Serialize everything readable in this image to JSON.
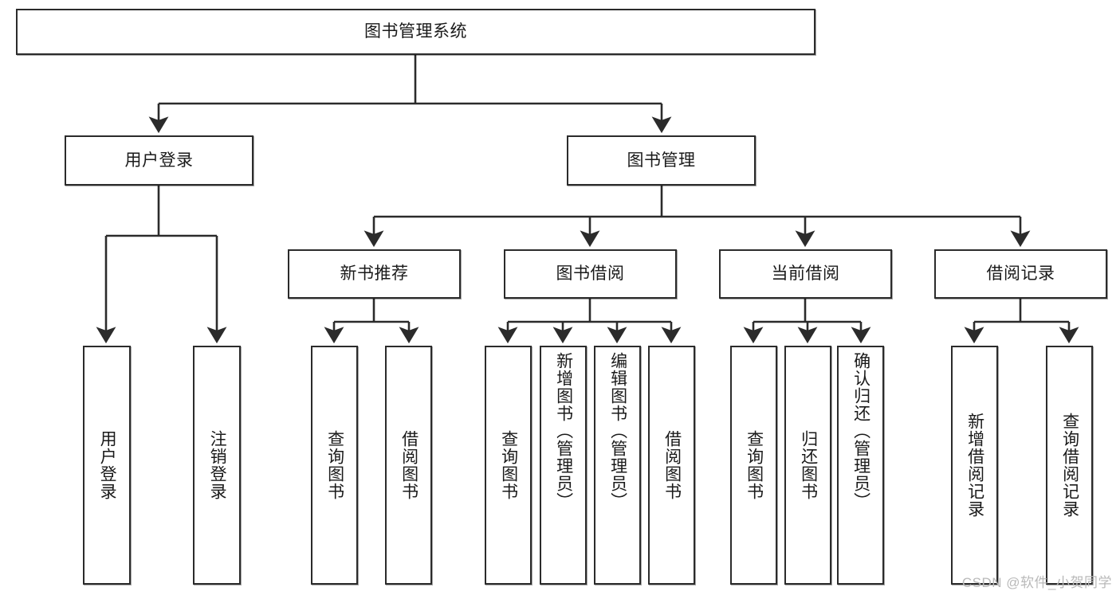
{
  "diagram": {
    "title": "图书管理系统",
    "type": "tree-hierarchy",
    "root": {
      "label": "图书管理系统"
    },
    "level2": [
      {
        "label": "用户登录"
      },
      {
        "label": "图书管理"
      }
    ],
    "level3": [
      {
        "label": "新书推荐"
      },
      {
        "label": "图书借阅"
      },
      {
        "label": "当前借阅"
      },
      {
        "label": "借阅记录"
      }
    ],
    "leaves": {
      "user_login": [
        {
          "label": "用户登录"
        },
        {
          "label": "注销登录"
        }
      ],
      "new_book_recommend": [
        {
          "label": "查询图书"
        },
        {
          "label": "借阅图书"
        }
      ],
      "book_borrow": [
        {
          "label": "查询图书"
        },
        {
          "label": "新增图书（管理员）"
        },
        {
          "label": "编辑图书（管理员）"
        },
        {
          "label": "借阅图书"
        }
      ],
      "current_borrow": [
        {
          "label": "查询图书"
        },
        {
          "label": "归还图书"
        },
        {
          "label": "确认归还（管理员）"
        }
      ],
      "borrow_records": [
        {
          "label": "新增借阅记录"
        },
        {
          "label": "查询借阅记录"
        }
      ]
    }
  },
  "watermark": {
    "text": "CSDN @软件_小贺同学"
  },
  "colors": {
    "stroke": "#2b2b2b",
    "fill": "#ffffff",
    "text": "#1a1a1a",
    "watermark": "#b9b9b9"
  }
}
